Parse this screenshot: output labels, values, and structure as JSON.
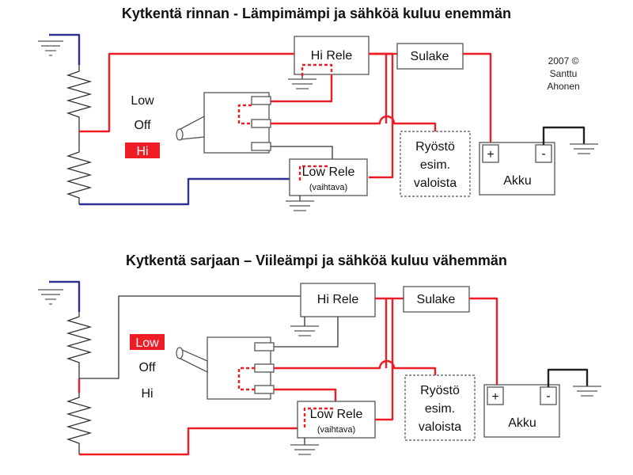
{
  "colors": {
    "red": "#ee1c25",
    "blue": "#2e3192",
    "black": "#222222",
    "highlight": "#ee1c25"
  },
  "copyright": {
    "year": "2007 ©",
    "first_name": "Santtu",
    "last_name": "Ahonen"
  },
  "top": {
    "title": "Kytkentä rinnan - Lämpimämpi ja sähköä kuluu enemmän",
    "hi_relay": "Hi Rele",
    "low_relay": "Low Rele",
    "low_relay_sub": "(vaihtava)",
    "fuse": "Sulake",
    "robber": [
      "Ryöstö",
      "esim.",
      "valoista"
    ],
    "battery": "Akku",
    "plus": "+",
    "minus": "-",
    "switch_positions": [
      "Low",
      "Off",
      "Hi"
    ],
    "selected_position": "Hi"
  },
  "bottom": {
    "title": "Kytkentä sarjaan – Viileämpi ja sähköä kuluu vähemmän",
    "hi_relay": "Hi Rele",
    "low_relay": "Low Rele",
    "low_relay_sub": "(vaihtava)",
    "fuse": "Sulake",
    "robber": [
      "Ryöstö",
      "esim.",
      "valoista"
    ],
    "battery": "Akku",
    "plus": "+",
    "minus": "-",
    "switch_positions": [
      "Low",
      "Off",
      "Hi"
    ],
    "selected_position": "Low"
  }
}
